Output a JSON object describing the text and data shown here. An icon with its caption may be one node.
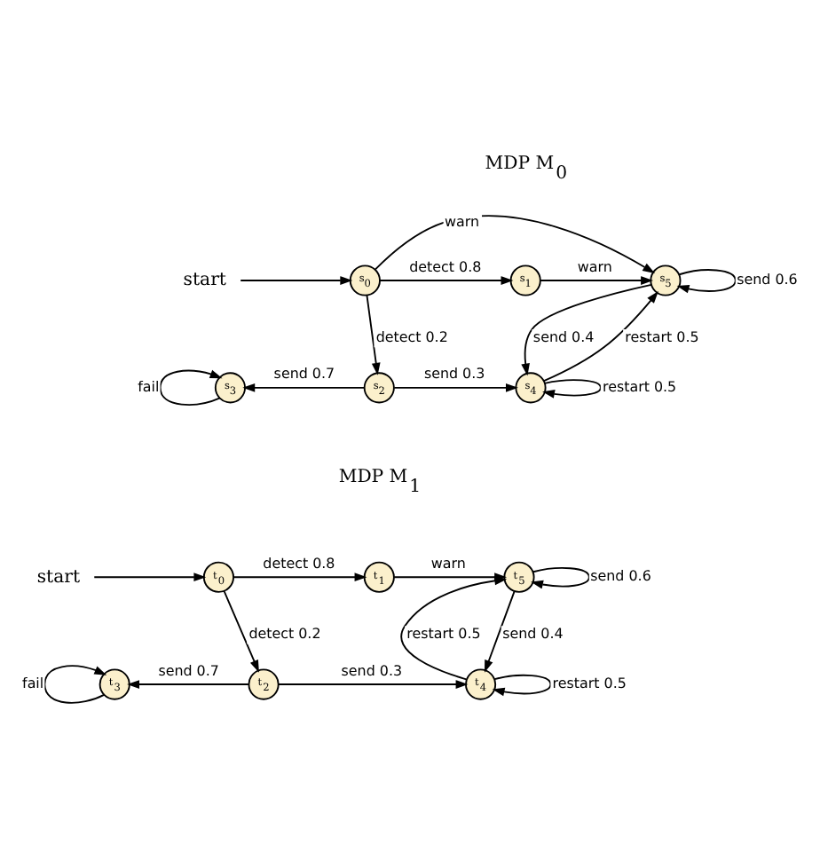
{
  "diagram": {
    "nodes": [
      {
        "text": [
          "start"
        ]
      },
      {
        "text": [
          "s$_{0}$"
        ]
      },
      {
        "text": [
          "s$_{1}$"
        ]
      },
      {
        "text": [
          "s$_{5}$"
        ]
      },
      {
        "text": [
          "s$_{3}$"
        ]
      },
      {
        "text": [
          "s$_{2}$"
        ]
      },
      {
        "text": [
          "s$_{4}$"
        ]
      },
      {
        "text": [
          "start"
        ]
      },
      {
        "text": [
          "t$_{0}$"
        ]
      },
      {
        "text": [
          "t$_{1}$"
        ]
      },
      {
        "text": [
          "t$_{5}$"
        ]
      },
      {
        "text": [
          "t$_{3}$"
        ]
      },
      {
        "text": [
          "t$_{2}$"
        ]
      },
      {
        "text": [
          "t$_{4}$"
        ]
      }
    ],
    "edges": [
      {
        "from": 0,
        "to": 1,
        "arrow": "to"
      },
      {
        "from": 1,
        "to": 2,
        "label": "detect 0.8",
        "arrow": "to"
      },
      {
        "from": 2,
        "to": 3,
        "label": "warn",
        "arrow": "to"
      },
      {
        "from": 1,
        "to": 3,
        "label": "warn",
        "arrow": "to"
      },
      {
        "from": 3,
        "to": 3,
        "label": "send 0.6",
        "arrow": "to"
      },
      {
        "from": 1,
        "to": 5,
        "label": "detect 0.2",
        "arrow": "to"
      },
      {
        "from": 3,
        "to": 6,
        "label": "send 0.4",
        "arrow": "to"
      },
      {
        "from": 6,
        "to": 3,
        "label": "restart 0.5",
        "arrow": "to"
      },
      {
        "from": 4,
        "to": 4,
        "label": "fail",
        "arrow": "to"
      },
      {
        "from": 5,
        "to": 4,
        "label": "send 0.7",
        "arrow": "to"
      },
      {
        "from": 5,
        "to": 6,
        "label": "send 0.3",
        "arrow": "to"
      },
      {
        "from": 6,
        "to": 6,
        "label": "restart 0.5",
        "arrow": "to"
      },
      {
        "from": 7,
        "to": 8,
        "arrow": "to"
      },
      {
        "from": 8,
        "to": 9,
        "label": "detect 0.8",
        "arrow": "to"
      },
      {
        "from": 9,
        "to": 10,
        "label": "warn",
        "arrow": "to"
      },
      {
        "from": 10,
        "to": 10,
        "label": "send 0.6",
        "arrow": "to"
      },
      {
        "from": 8,
        "to": 12,
        "label": "detect 0.2",
        "arrow": "to"
      },
      {
        "from": 10,
        "to": 13,
        "label": "send 0.4",
        "arrow": "to"
      },
      {
        "from": 13,
        "to": 10,
        "label": "restart 0.5",
        "arrow": "to"
      },
      {
        "from": 11,
        "to": 11,
        "label": "fail",
        "arrow": "to"
      },
      {
        "from": 12,
        "to": 11,
        "label": "send 0.7",
        "arrow": "to"
      },
      {
        "from": 12,
        "to": 13,
        "label": "send 0.3",
        "arrow": "to"
      },
      {
        "from": 13,
        "to": 13,
        "label": "restart 0.5",
        "arrow": "to"
      }
    ],
    "labels": [
      "MDP M$_{0}$",
      "MDP M$_{1}$"
    ]
  }
}
